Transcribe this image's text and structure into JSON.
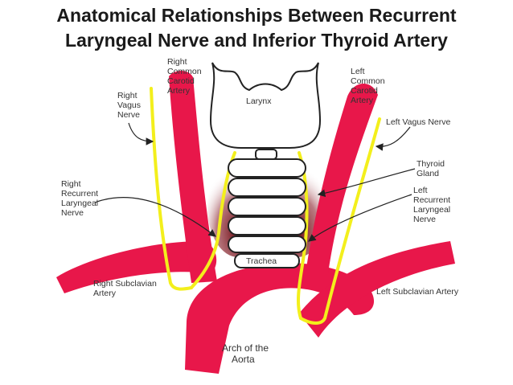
{
  "title": {
    "line1": "Anatomical Relationships Between Recurrent",
    "line2": "Laryngeal Nerve and Inferior Thyroid Artery"
  },
  "labels": {
    "right_common_carotid": [
      "Right",
      "Common",
      "Carotid",
      "Artery"
    ],
    "right_vagus": [
      "Right",
      "Vagus",
      "Nerve"
    ],
    "larynx": [
      "Larynx"
    ],
    "left_common_carotid": [
      "Left",
      "Common",
      "Carotid",
      "Artery"
    ],
    "left_vagus": [
      "Left Vagus Nerve"
    ],
    "thyroid_gland": [
      "Thyroid",
      "Gland"
    ],
    "right_recurrent": [
      "Right",
      "Recurrent",
      "Laryngeal",
      "Nerve"
    ],
    "left_recurrent": [
      "Left",
      "Recurrent",
      "Laryngeal",
      "Nerve"
    ],
    "trachea": [
      "Trachea"
    ],
    "right_subclavian": [
      "Right Subclavian",
      "Artery"
    ],
    "left_subclavian": [
      "Left Subclavian Artery"
    ],
    "aortic_arch": [
      "Arch of the",
      "Aorta"
    ]
  },
  "colors": {
    "artery": "#e8174a",
    "nerve": "#f3ef1c",
    "thyroid": "#7a0a12",
    "outline": "#222222"
  }
}
